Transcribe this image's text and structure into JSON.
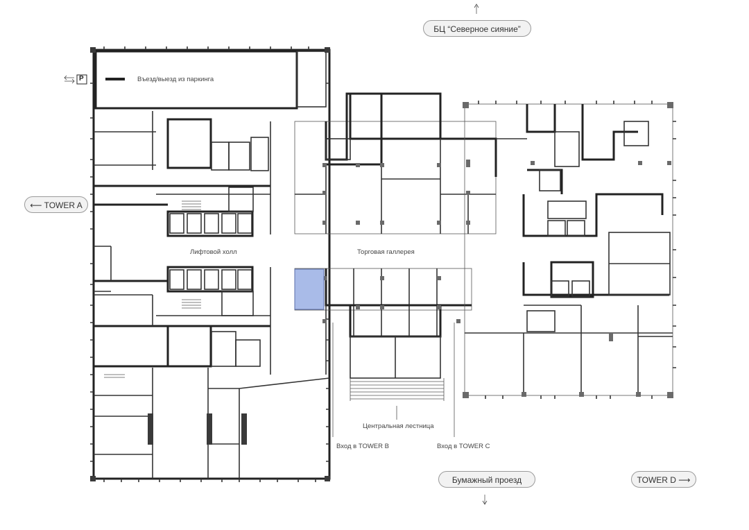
{
  "pills": {
    "north": "БЦ “Северное сияние”",
    "tower_a": "TOWER A",
    "south": "Бумажный проезд",
    "tower_d": "TOWER D"
  },
  "labels": {
    "parking_entry": "Въезд/выезд из паркинга",
    "parking_sign": "P",
    "elevator_hall": "Лифтовой холл",
    "trade_gallery": "Торговая галлерея",
    "central_stairs": "Центральная лестница",
    "entrance_b": "Вход в TOWER B",
    "entrance_c": "Вход в TOWER C"
  },
  "highlight_color": "#a9bbe8"
}
